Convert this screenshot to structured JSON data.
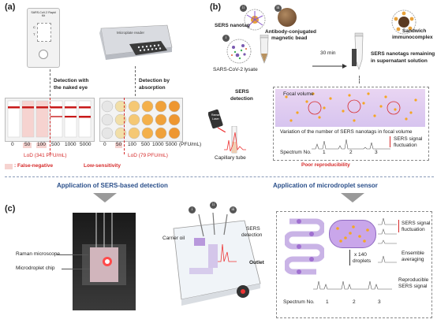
{
  "panel_a": {
    "label": "(a)",
    "kit_title": "SARS-CoV-2 Rapid Kit",
    "kit_c": "C",
    "kit_t": "T",
    "reader_label": "Microplate reader",
    "naked_eye": [
      "Detection with",
      "the naked eye"
    ],
    "absorption": [
      "Detection by",
      "absorption"
    ],
    "naked_eye_ticks": [
      "0",
      "50",
      "100",
      "500",
      "1000",
      "5000"
    ],
    "absorb_ticks": [
      "0",
      "50",
      "100",
      "500",
      "1000",
      "5000"
    ],
    "absorb_unit": "(PFU/mL)",
    "lod1": "LoD (341 PFU/mL)",
    "lod2": "LoD (79 PFU/mL)",
    "false_negative": ": False-negative",
    "low_sensitivity": "Low-sensitivity"
  },
  "panel_b": {
    "label": "(b)",
    "sers_nanotag": "SERS nanotag",
    "ab_bead": [
      "Antibody-conjugated",
      "magnetic bead"
    ],
    "sandwich": [
      "Sandwich",
      "immunocomplex"
    ],
    "lysate": "SARS-CoV-2 lysate",
    "time": "30 min",
    "magnet": "Magnet",
    "remaining": [
      "SERS nanotags remaining",
      "in supernatant solution"
    ],
    "sers_detection": [
      "SERS",
      "detection"
    ],
    "raman_laser": [
      "Raman",
      "Laser"
    ],
    "capillary": "Capillary tube",
    "focal_volume": "Focal volume",
    "variation": "Variation of the number of SERS nanotags in focal volume",
    "signal_fluct": [
      "SERS signal",
      "fluctuation"
    ],
    "spectrum_no": "Spectrum No.",
    "spec_nums": [
      "1",
      "2",
      "3"
    ],
    "poor_repro": "Poor reproducibility",
    "roman": [
      "i",
      "ii",
      "iii"
    ]
  },
  "middle": {
    "left_title": "Application of SERS-based detection",
    "right_title": "Application of microdroplet sensor"
  },
  "panel_c": {
    "label": "(c)",
    "raman_microscope": "Raman microscope",
    "chip": "Microdroplet chip",
    "roman": [
      "i",
      "ii",
      "iii"
    ],
    "carrier_oil": "Carrier oil",
    "sers_detection": [
      "SERS",
      "detection"
    ],
    "outlet": "Outlet",
    "signal_fluct": [
      "SERS signal",
      "fluctuation"
    ],
    "x140": [
      "x 140",
      "droplets"
    ],
    "ensemble": [
      "Ensemble",
      "averaging"
    ],
    "reproducible": [
      "Reproducible",
      "SERS signal"
    ],
    "spectrum_no": "Spectrum No.",
    "spec_nums": [
      "1",
      "2",
      "3"
    ]
  },
  "colors": {
    "accent_red": "#d62b2b",
    "accent_blue": "#2a4f8a",
    "false_negative_pink": "#f6d3d0",
    "droplet_purple": "#a070d0",
    "nanotag_orange": "#f5a623"
  }
}
